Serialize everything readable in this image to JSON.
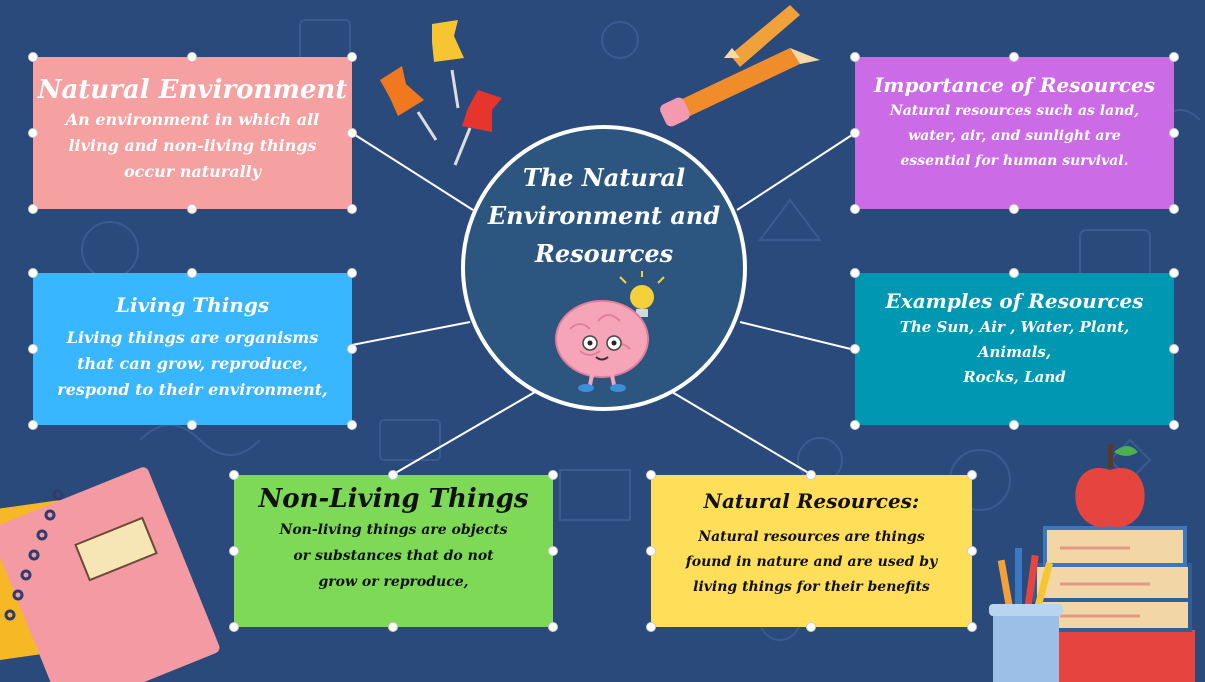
{
  "colors": {
    "background": "#2b4a7c",
    "natural_environment": "#f5a0a1",
    "living_things": "#38b6ff",
    "non_living_things": "#7ed957",
    "importance": "#cb6ce6",
    "examples": "#0097b2",
    "natural_resources": "#ffde59",
    "center": "#2c5580"
  },
  "center": {
    "title": "The Natural Environment and Resources",
    "icon": "brain-with-lightbulb-icon"
  },
  "cards": {
    "natural_environment": {
      "title": "Natural Environment",
      "text": "An environment in which all living and non-living things occur naturally"
    },
    "living_things": {
      "title": "Living Things",
      "text": "Living things are organisms that can grow, reproduce, respond to their environment,"
    },
    "non_living_things": {
      "title": "Non-Living Things",
      "text": "Non-living things are objects or substances that do not grow or reproduce,"
    },
    "importance": {
      "title": "Importance of Resources",
      "text": "Natural resources such as land, water, air, and sunlight are essential for human survival."
    },
    "examples": {
      "title": "Examples of Resources",
      "line1": "The Sun, Air , Water, Plant,",
      "line2": "Animals,",
      "line3": "Rocks, Land"
    },
    "natural_resources": {
      "title": "Natural Resources:",
      "text": "Natural resources are things found in nature and are used by living things for their benefits"
    }
  },
  "decorations": [
    "push-pin-icon",
    "pencil-icon",
    "notebook-icon",
    "apple-icon",
    "book-stack-icon",
    "pencil-cup-icon"
  ]
}
